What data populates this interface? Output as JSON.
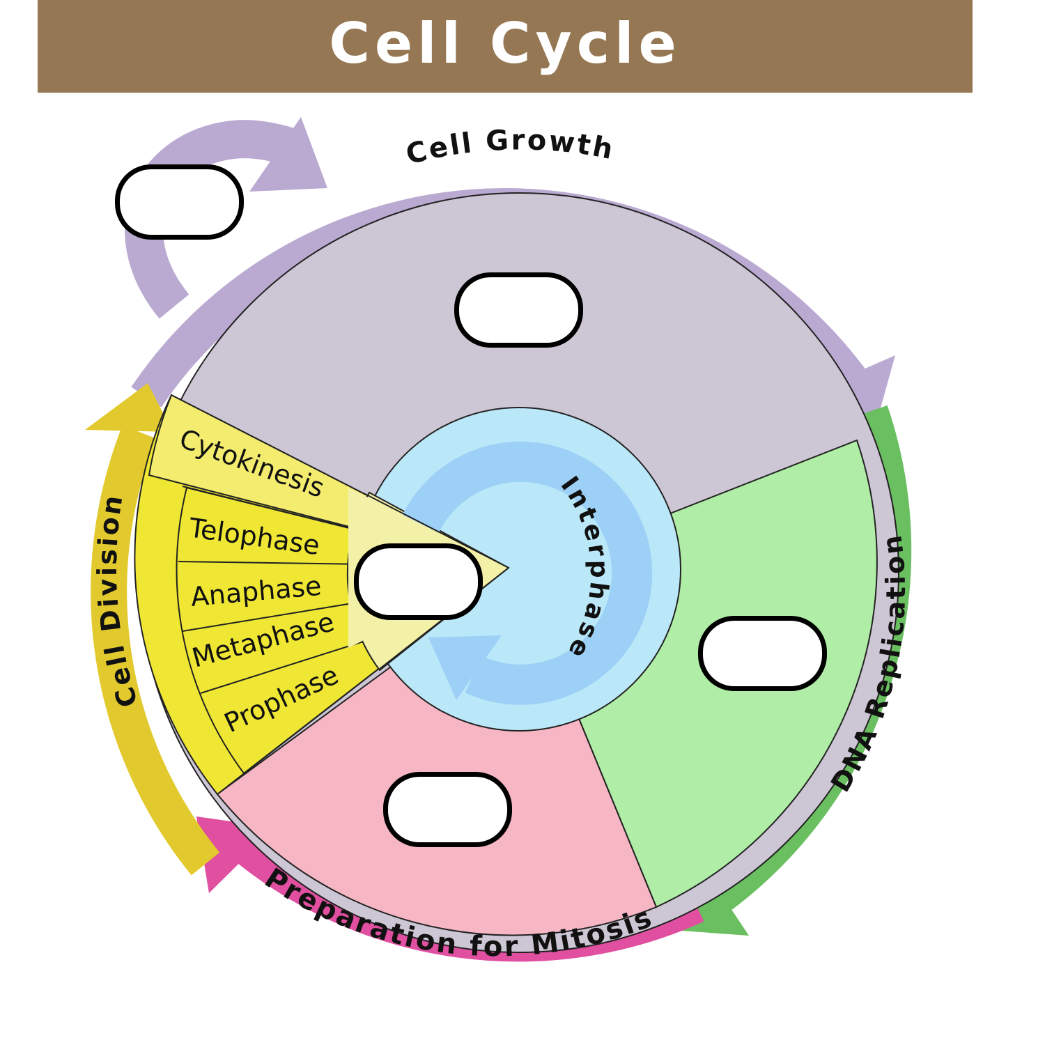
{
  "header": {
    "title": "Cell Cycle"
  },
  "arcs": {
    "growth": "Cell Growth",
    "dna": "DNA Replication",
    "prep": "Preparation for Mitosis",
    "division": "Cell Division"
  },
  "phases": {
    "cytokinesis": "Cytokinesis",
    "telophase": "Telophase",
    "anaphase": "Anaphase",
    "metaphase": "Metaphase",
    "prophase": "Prophase"
  },
  "center": {
    "label": "Interphase"
  },
  "blank_labels": [
    "",
    "",
    "",
    "",
    ""
  ],
  "colors": {
    "banner": "#967753",
    "growth_arrow": "#baaad1",
    "dna_arrow": "#6abf60",
    "prep_arrow": "#e04fa0",
    "division_arrow": "#e2c92e",
    "growth_sector": "#cdc6d4",
    "dna_sector": "#b0eda6",
    "prep_sector": "#f6b6c4",
    "mitosis_sector": "#efe734",
    "center_circle": "#bbe8f8",
    "center_arrow": "#9dd0f6"
  }
}
